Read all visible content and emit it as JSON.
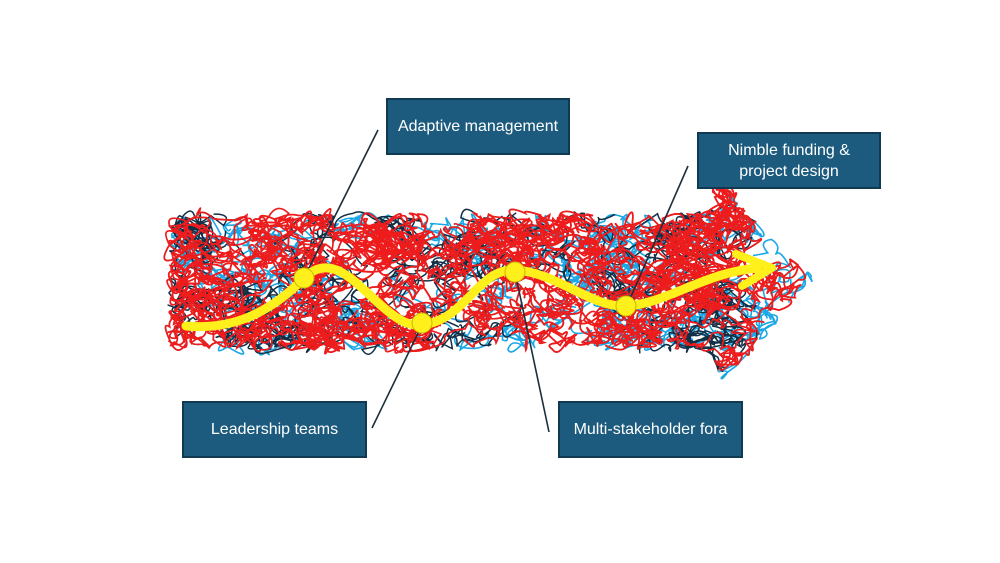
{
  "labels": {
    "adaptive_management": "Adaptive management",
    "nimble_funding": "Nimble funding & project design",
    "leadership_teams": "Leadership teams",
    "multi_stakeholder": "Multi-stakeholder fora"
  },
  "colors": {
    "box_fill": "#1c5b7e",
    "box_border": "#0f3a52",
    "box_text": "#ffffff",
    "scribble_red": "#ee1c1c",
    "scribble_navy": "#132f45",
    "scribble_cyan": "#1aa7e6",
    "path_yellow": "#ffef1a",
    "connector": "#1b2f3d"
  }
}
